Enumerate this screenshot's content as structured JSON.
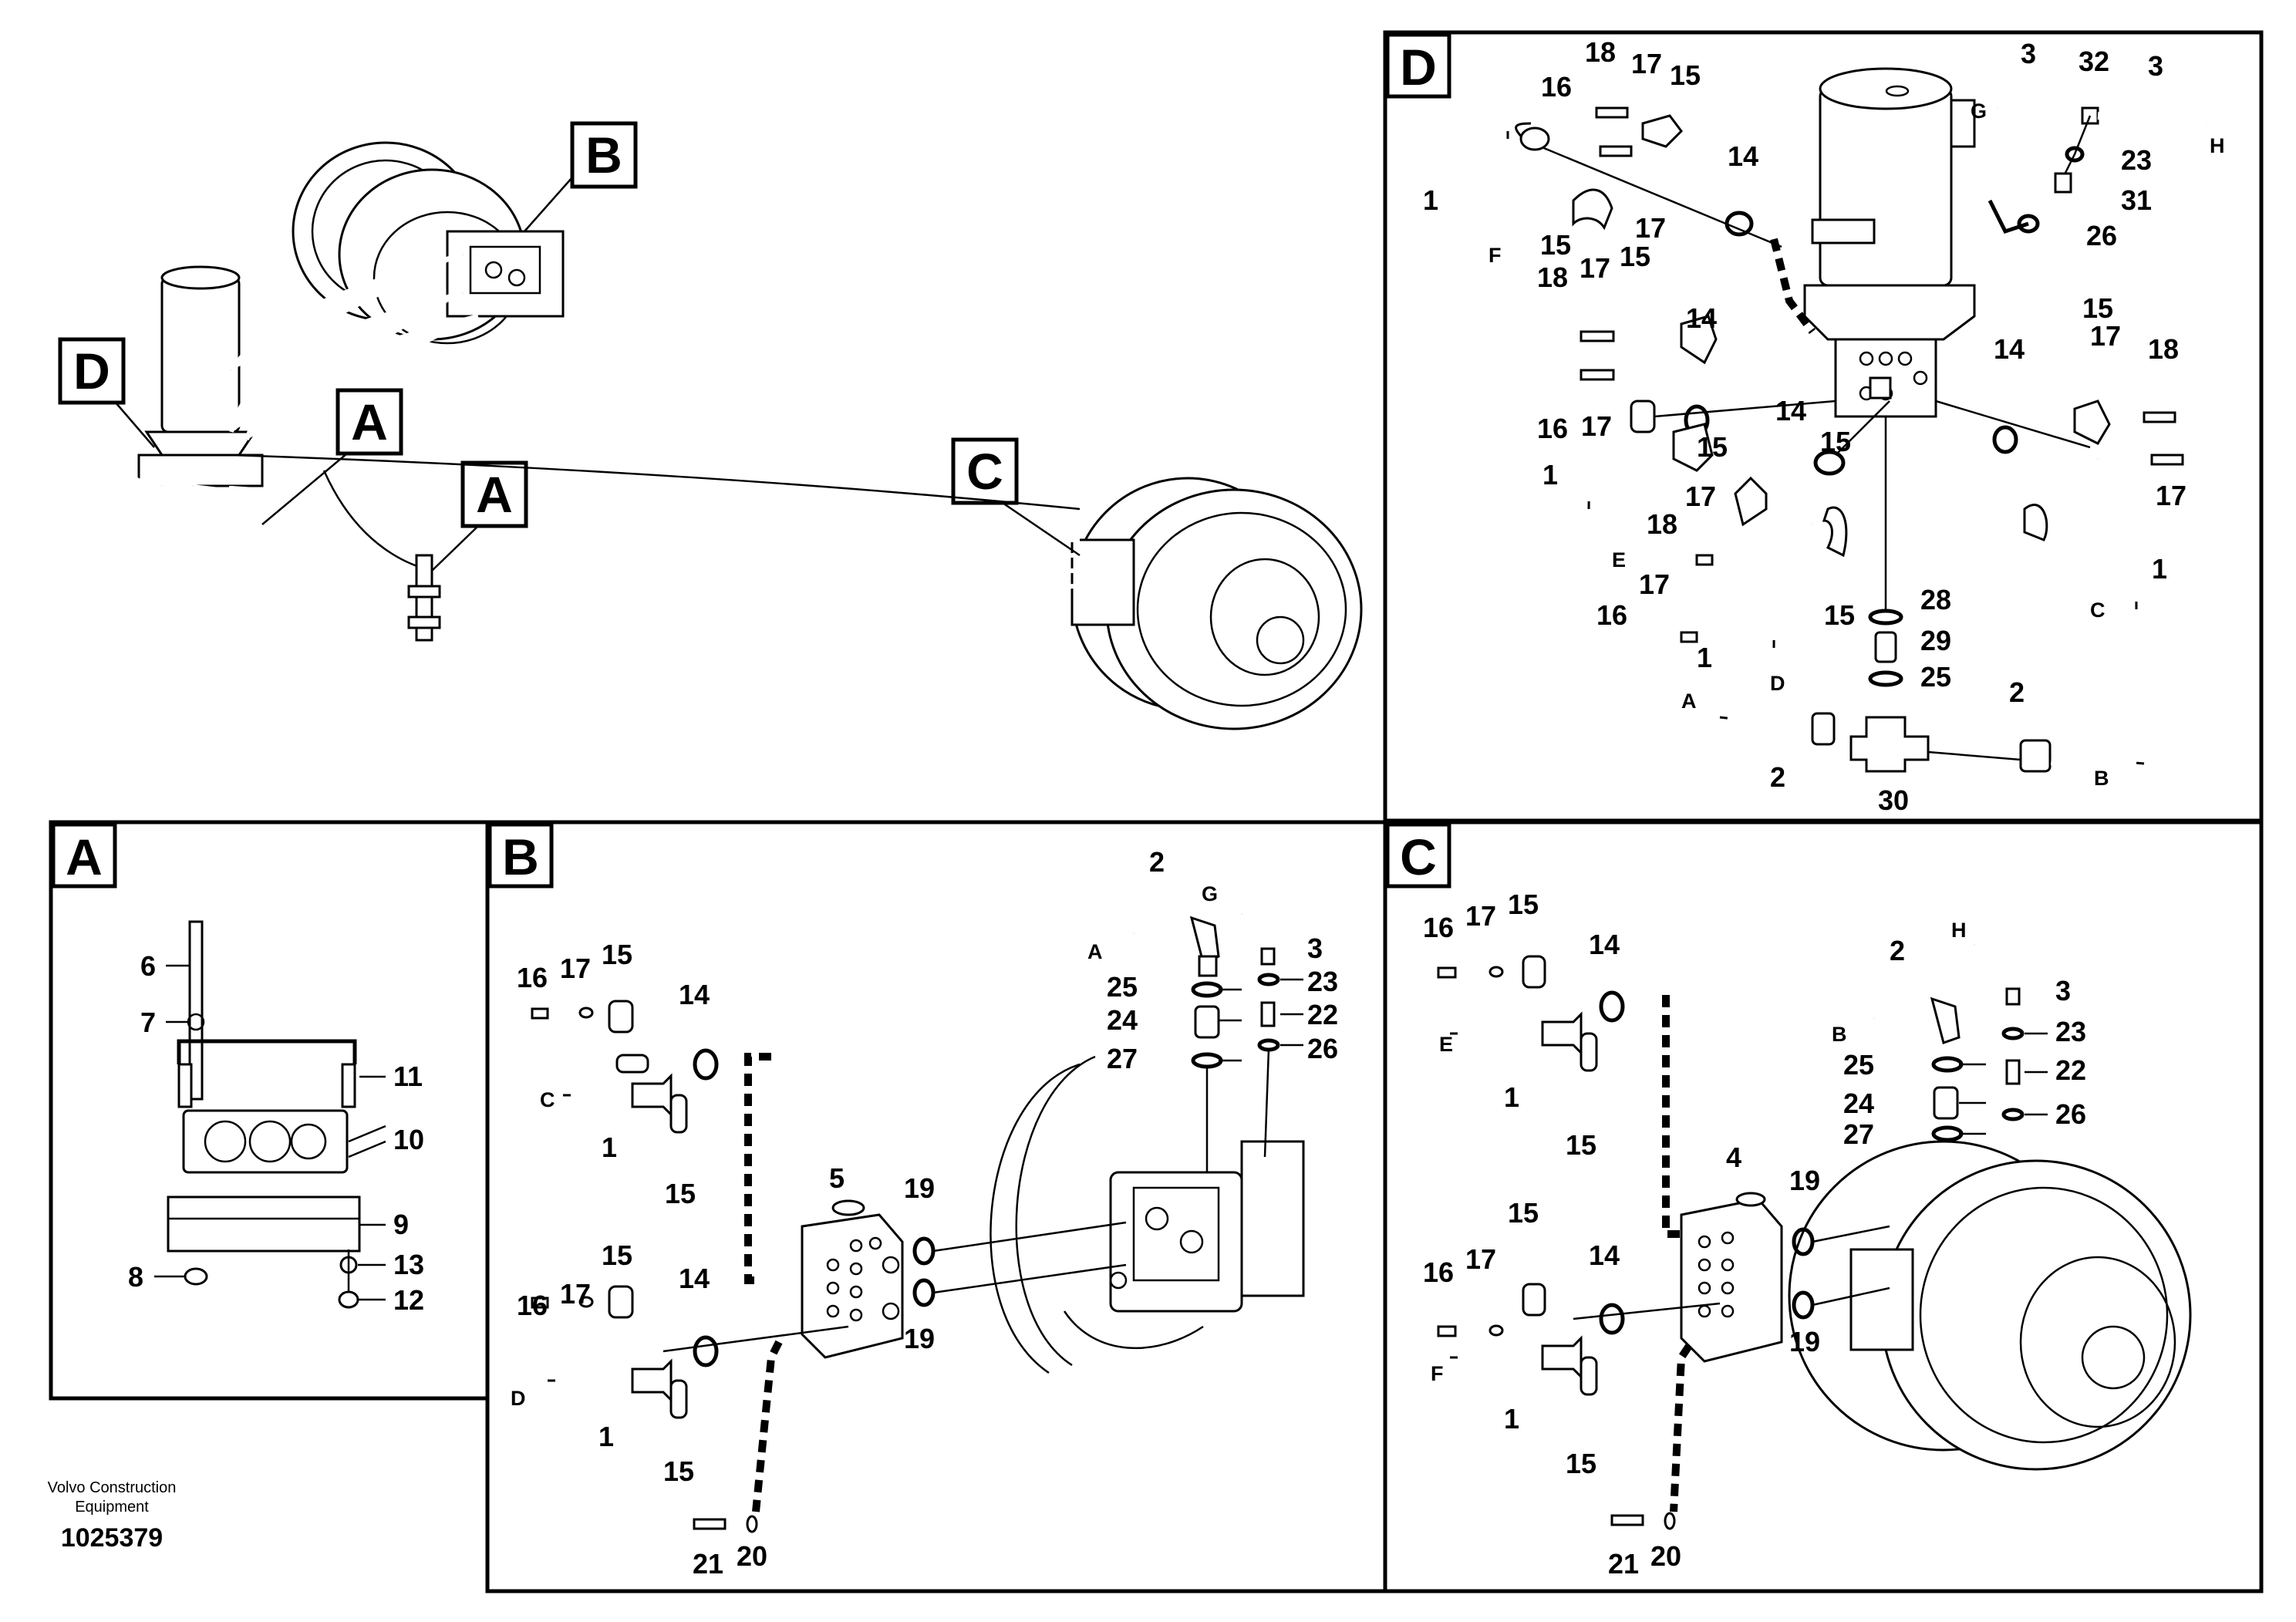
{
  "title_block": {
    "brand_line1": "Volvo Construction",
    "brand_line2": "Equipment",
    "drawing_number": "1025379"
  },
  "overview": {
    "callouts": [
      "B",
      "D",
      "A",
      "A",
      "C"
    ]
  },
  "panels": {
    "A": {
      "tag": "A",
      "labels": [
        "6",
        "7",
        "11",
        "10",
        "9",
        "8",
        "13",
        "12"
      ]
    },
    "B": {
      "tag": "B",
      "labels": [
        "2",
        "G",
        "A",
        "3",
        "25",
        "23",
        "24",
        "22",
        "27",
        "26",
        "16",
        "17",
        "15",
        "14",
        "C",
        "1",
        "15",
        "5",
        "19",
        "19",
        "16",
        "17",
        "15",
        "14",
        "D",
        "1",
        "15",
        "21",
        "20"
      ]
    },
    "C": {
      "tag": "C",
      "labels": [
        "16",
        "17",
        "15",
        "14",
        "E",
        "1",
        "15",
        "2",
        "H",
        "B",
        "3",
        "25",
        "23",
        "24",
        "22",
        "27",
        "26",
        "4",
        "19",
        "19",
        "15",
        "16",
        "17",
        "14",
        "F",
        "1",
        "15",
        "21",
        "20"
      ]
    },
    "D": {
      "tag": "D",
      "labels": [
        "18",
        "17",
        "15",
        "16",
        "14",
        "1",
        "F",
        "15",
        "17",
        "3",
        "32",
        "3",
        "G",
        "H",
        "23",
        "31",
        "26",
        "18",
        "17",
        "15",
        "14",
        "16",
        "17",
        "15",
        "14",
        "1",
        "E",
        "17",
        "18",
        "17",
        "16",
        "15",
        "14",
        "1",
        "D",
        "15",
        "17",
        "18",
        "17",
        "16",
        "15",
        "1",
        "C",
        "28",
        "29",
        "25",
        "A",
        "2",
        "2",
        "30",
        "B"
      ]
    }
  }
}
